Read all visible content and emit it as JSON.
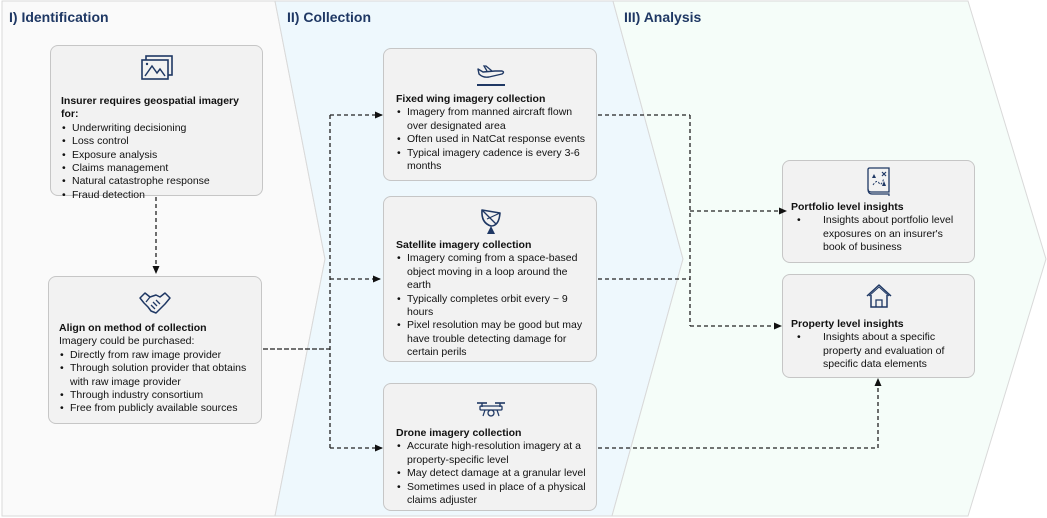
{
  "phases": [
    {
      "title": "I) Identification"
    },
    {
      "title": "II) Collection"
    },
    {
      "title": "III) Analysis"
    }
  ],
  "colors": {
    "identification_bg": "#fafafa",
    "collection_bg": "#eef8fd",
    "analysis_bg": "#f5fdf9",
    "title": "#1f3864",
    "icon": "#1f3864",
    "box_fill": "#f2f2f2",
    "box_border": "#c6c6c6"
  },
  "boxes": {
    "insurer": {
      "icon": "images-icon",
      "heading": "Insurer requires geospatial imagery for:",
      "items": [
        "Underwriting decisioning",
        "Loss control",
        "Exposure analysis",
        "Claims management",
        "Natural catastrophe response",
        "Fraud detection"
      ]
    },
    "align": {
      "icon": "handshake-icon",
      "heading": "Align on method of collection",
      "subheading": "Imagery could be purchased:",
      "items": [
        "Directly from raw image provider",
        "Through solution provider that obtains with raw image provider",
        "Through industry consortium",
        "Free from publicly available sources"
      ]
    },
    "fixed_wing": {
      "icon": "airplane-icon",
      "heading": "Fixed wing imagery collection",
      "items": [
        "Imagery from manned aircraft flown over designated area",
        "Often used in NatCat response events",
        "Typical imagery cadence is every 3-6 months"
      ]
    },
    "satellite": {
      "icon": "satellite-dish-icon",
      "heading": "Satellite imagery collection",
      "items": [
        "Imagery coming from a space-based object moving in a loop around the earth",
        "Typically completes orbit every ~ 9 hours",
        "Pixel resolution may be good but may have trouble detecting  damage for certain perils"
      ]
    },
    "drone": {
      "icon": "drone-icon",
      "heading": "Drone imagery collection",
      "items": [
        "Accurate high-resolution imagery at a property-specific level",
        "May detect damage at a granular level",
        " Sometimes used in place of a physical claims adjuster"
      ]
    },
    "portfolio": {
      "icon": "map-icon",
      "heading": "Portfolio level insights",
      "items": [
        "Insights about portfolio level exposures on an insurer's book of business"
      ]
    },
    "property": {
      "icon": "house-icon",
      "heading": "Property level insights",
      "items": [
        "Insights about a specific property and evaluation of specific data elements"
      ]
    }
  }
}
